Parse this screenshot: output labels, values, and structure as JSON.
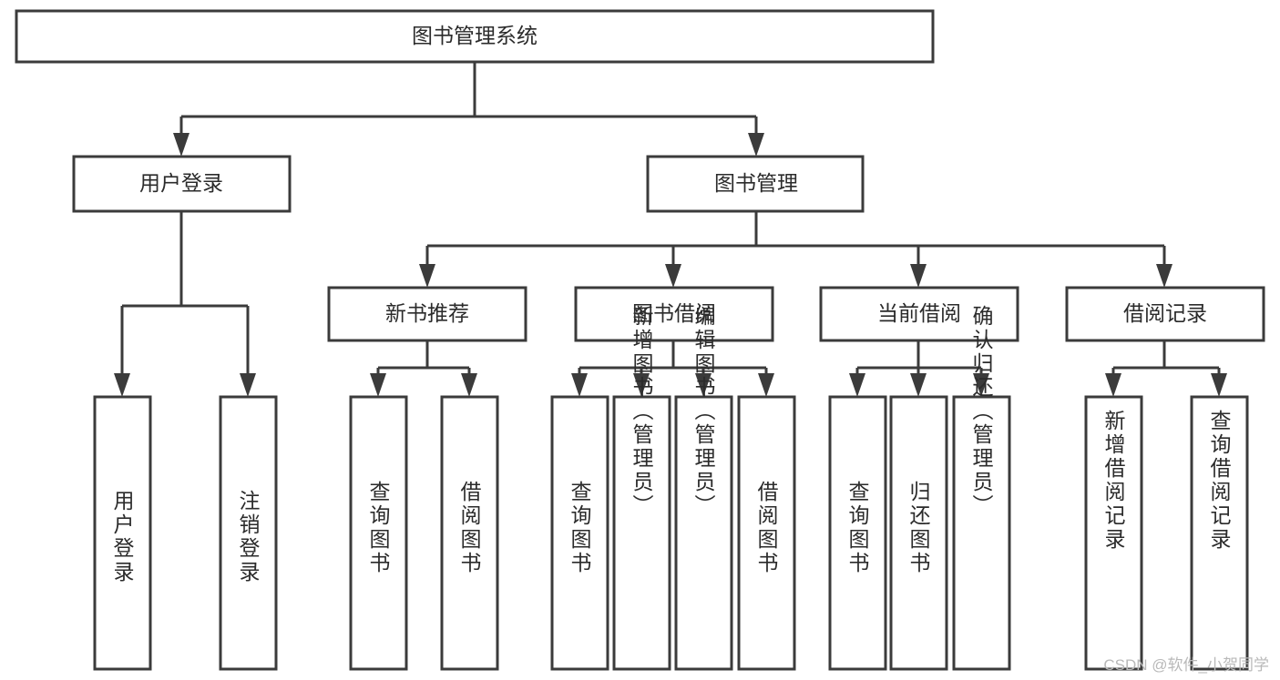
{
  "diagram": {
    "type": "tree-hierarchy-chart",
    "title": "图书管理系统",
    "orientation": "top-down",
    "colors": {
      "node_fill": "#ffffff",
      "node_stroke": "#3b3b3b",
      "text": "#2b2b2b",
      "background": "#ffffff",
      "watermark": "#b9b9b9"
    },
    "root": {
      "label": "图书管理系统",
      "level": 0
    },
    "level1": [
      {
        "label": "用户登录",
        "level": 1
      },
      {
        "label": "图书管理",
        "level": 1
      }
    ],
    "level2": [
      {
        "label": "新书推荐",
        "level": 2,
        "parent": "图书管理"
      },
      {
        "label": "图书借阅",
        "level": 2,
        "parent": "图书管理"
      },
      {
        "label": "当前借阅",
        "level": 2,
        "parent": "图书管理"
      },
      {
        "label": "借阅记录",
        "level": 2,
        "parent": "图书管理"
      }
    ],
    "leaves": {
      "用户登录": [
        {
          "label": "用户登录"
        },
        {
          "label": "注销登录"
        }
      ],
      "新书推荐": [
        {
          "label": "查询图书"
        },
        {
          "label": "借阅图书"
        }
      ],
      "图书借阅": [
        {
          "label": "查询图书"
        },
        {
          "label": "新增图书（管理员）"
        },
        {
          "label": "编辑图书（管理员）"
        },
        {
          "label": "借阅图书"
        }
      ],
      "当前借阅": [
        {
          "label": "查询图书"
        },
        {
          "label": "归还图书"
        },
        {
          "label": "确认归还（管理员）"
        }
      ],
      "借阅记录": [
        {
          "label": "新增借阅记录"
        },
        {
          "label": "查询借阅记录"
        }
      ]
    }
  },
  "watermark": {
    "text": "CSDN @软件_小贺同学"
  }
}
